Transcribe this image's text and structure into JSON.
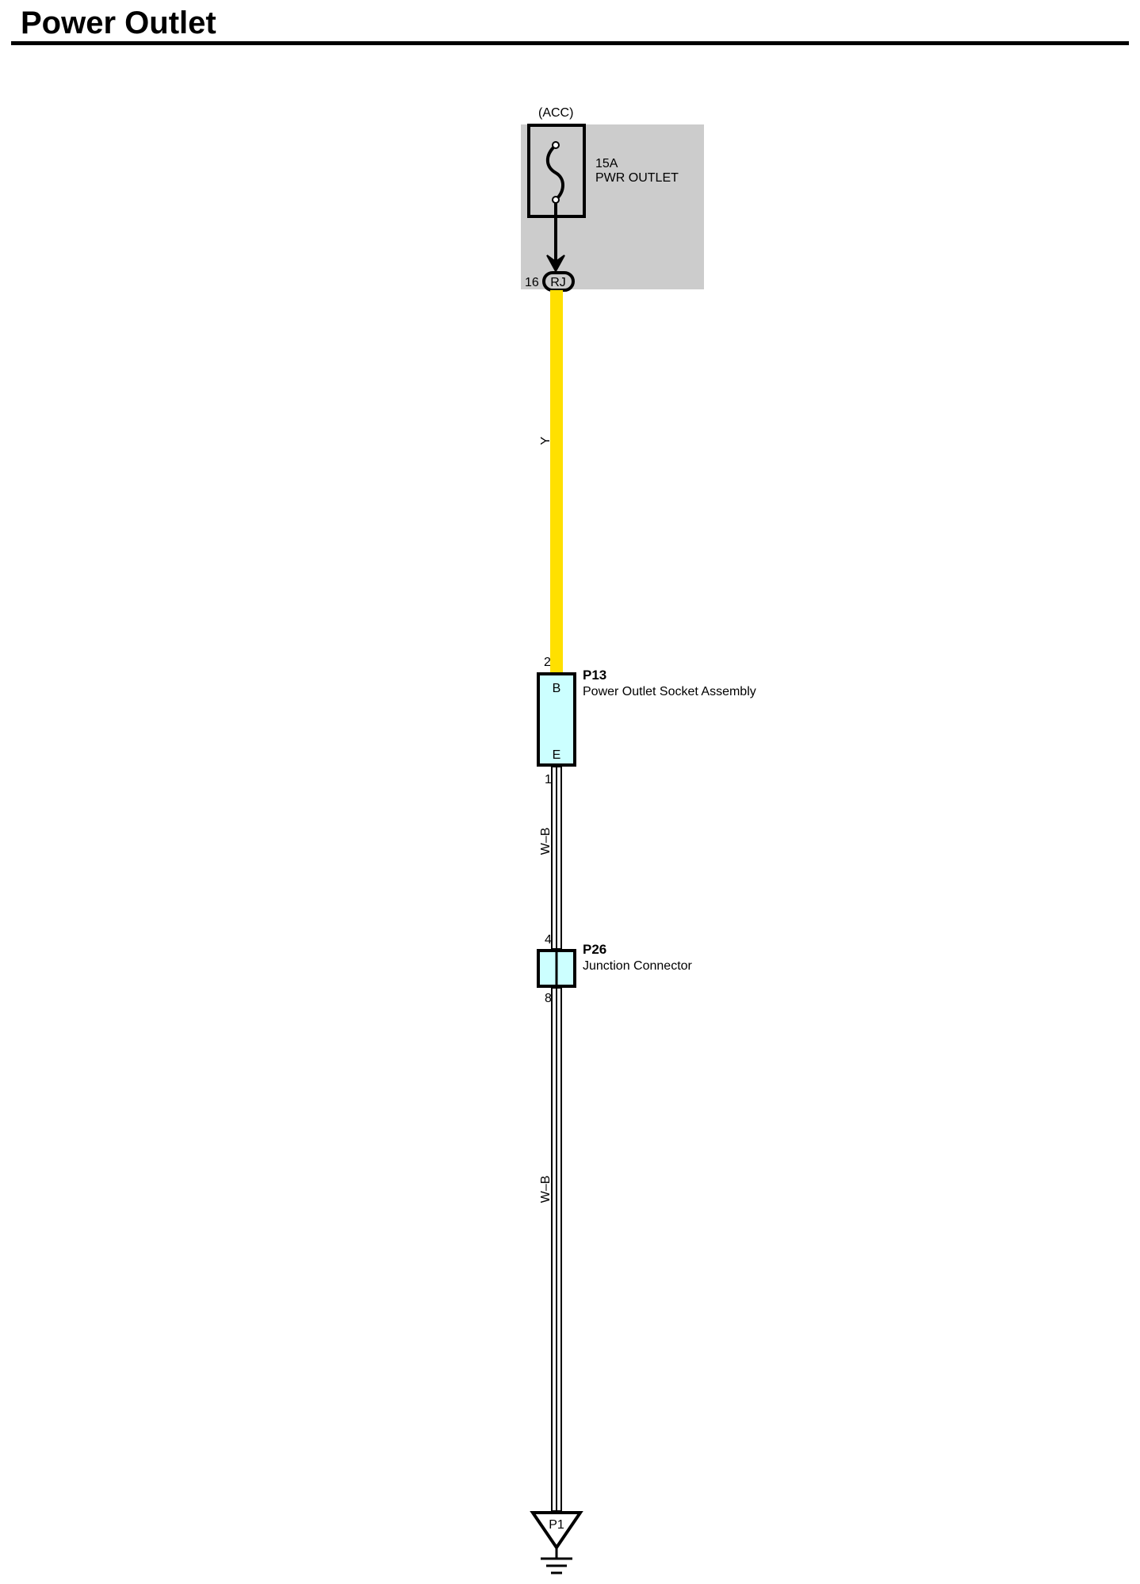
{
  "title": "Power Outlet",
  "colors": {
    "fuse_box_fill": "#cccccc",
    "component_fill": "#ccffff",
    "wire_yellow": "#ffe000",
    "wire_white_black_outline": "#000000",
    "wire_white_black_fill": "#ffffff"
  },
  "fuse": {
    "power_source": "(ACC)",
    "rating": "15A",
    "name": "PWR OUTLET",
    "connector_pin": "16",
    "connector_code": "RJ"
  },
  "wires": {
    "upper_color_code": "Y",
    "middle_color_code": "W–B",
    "lower_color_code": "W–B"
  },
  "p13": {
    "code": "P13",
    "name": "Power Outlet Socket Assembly",
    "pin_top": "2",
    "pin_bottom": "1",
    "terminal_top": "B",
    "terminal_bottom": "E"
  },
  "p26": {
    "code": "P26",
    "name": "Junction Connector",
    "pin_top": "4",
    "pin_bottom": "8"
  },
  "ground": {
    "code": "P1"
  }
}
